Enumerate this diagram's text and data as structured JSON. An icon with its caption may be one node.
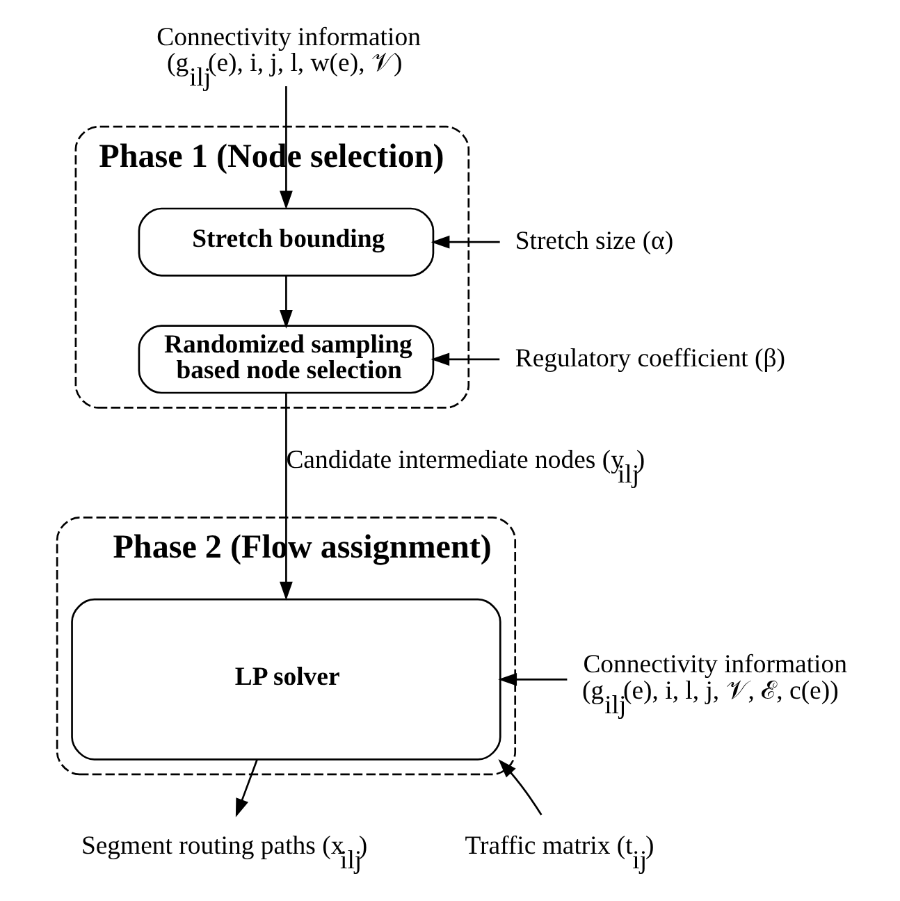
{
  "diagram": {
    "nodes": [
      {
        "text": [
          "Connectivity information (g$_{ilj}$(e), i, j, l, w(e), 𝒱)"
        ]
      },
      {
        "text": [
          "Phase 1 (Node selection)"
        ]
      },
      {
        "text": [
          "Stretch bounding"
        ],
        "in": 1
      },
      {
        "text": [
          "Stretch size (α)"
        ]
      },
      {
        "text": [
          "Randomized sampling based node selection"
        ],
        "in": 1
      },
      {
        "text": [
          "Regulatory coefficient (β)"
        ]
      },
      {
        "text": [
          "Phase 2 (Flow assignment)"
        ]
      },
      {
        "text": [
          "LP solver"
        ],
        "in": 6
      },
      {
        "text": [
          "Connectivity information (g$_{ilj}$(e), i, l, j, 𝒱, ℰ, c(e))"
        ]
      },
      {
        "text": [
          "Traffic matrix (t$_{ij}$)"
        ]
      },
      {
        "text": [
          "Segment routing paths (x$_{ilj}$)"
        ]
      }
    ],
    "edges": [
      {
        "from": 0,
        "to": 2,
        "arrow": "to"
      },
      {
        "from": 3,
        "to": 2,
        "arrow": "to"
      },
      {
        "from": 2,
        "to": 4,
        "arrow": "to"
      },
      {
        "from": 5,
        "to": 4,
        "arrow": "to"
      },
      {
        "from": 4,
        "to": 7,
        "arrow": "to",
        "label": "Candidate intermediate nodes (y$_{ilj}$)"
      },
      {
        "from": 8,
        "to": 7,
        "arrow": "to"
      },
      {
        "from": 9,
        "to": 7,
        "arrow": "to"
      },
      {
        "from": 7,
        "to": 10,
        "arrow": "to"
      }
    ]
  }
}
